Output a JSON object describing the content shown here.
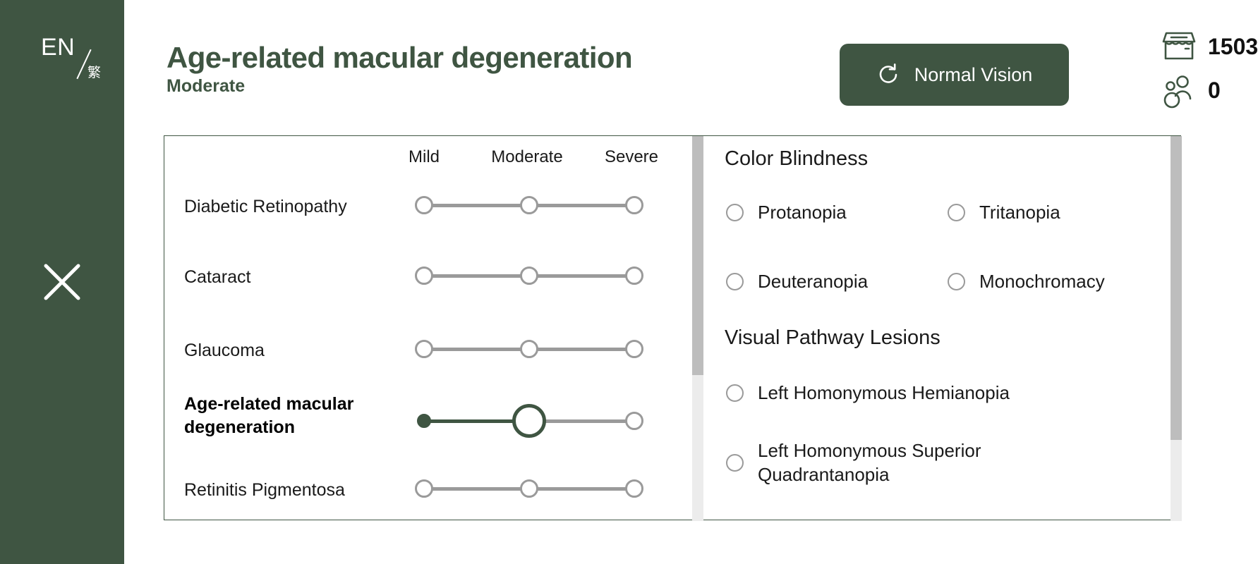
{
  "sidebar": {
    "lang_primary": "EN",
    "lang_secondary": "繁",
    "close_icon": "close-x-icon"
  },
  "header": {
    "title": "Age-related macular degeneration",
    "subtitle": "Moderate",
    "reset_button": {
      "label": "Normal Vision",
      "icon": "reset-circular-arrow-icon",
      "background": "#3f5542"
    },
    "stats": [
      {
        "icon": "store-icon",
        "value": "1503"
      },
      {
        "icon": "users-icon",
        "value": "0"
      }
    ]
  },
  "severity_levels": [
    "Mild",
    "Moderate",
    "Severe"
  ],
  "conditions": [
    {
      "name": "Diabetic Retinopathy",
      "active": false,
      "level": null
    },
    {
      "name": "Cataract",
      "active": false,
      "level": null
    },
    {
      "name": "Glaucoma",
      "active": false,
      "level": null
    },
    {
      "name": "Age-related macular degeneration",
      "active": true,
      "level": "Moderate"
    },
    {
      "name": "Retinitis Pigmentosa",
      "active": false,
      "level": null
    }
  ],
  "option_sections": [
    {
      "title": "Color Blindness",
      "options": [
        {
          "label": "Protanopia",
          "selected": false
        },
        {
          "label": "Tritanopia",
          "selected": false
        },
        {
          "label": "Deuteranopia",
          "selected": false
        },
        {
          "label": "Monochromacy",
          "selected": false
        }
      ]
    },
    {
      "title": "Visual Pathway Lesions",
      "options": [
        {
          "label": "Left Homonymous Hemianopia",
          "selected": false
        },
        {
          "label": "Left Homonymous Superior Quadrantanopia",
          "selected": false
        }
      ]
    }
  ],
  "colors": {
    "brand_green": "#3f5542",
    "slider_grey": "#9a9a9a",
    "text_dark": "#1a1a1a"
  }
}
